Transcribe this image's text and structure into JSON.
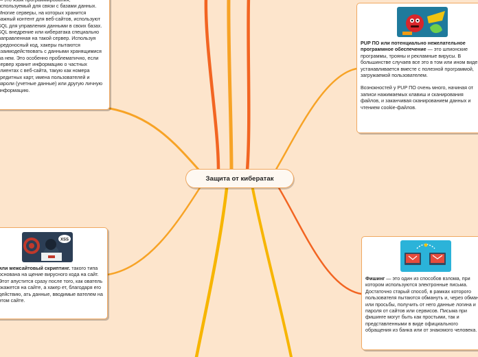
{
  "central": {
    "title": "Защита от кибератак"
  },
  "topics": {
    "sql": {
      "icon": "database-attack-illustration",
      "text": "— это язык программирования, используемый для связи с базами данных. Многие серверы, на которых хранится важный контент для веб-сайтов, используют SQL для управления данными в своих базах. SQL внедрение или кибератака специально направленная на такой сервер. Используя вредоносный код, хакеры пытаются взаимодействовать с данными хранящимися на нем. Это особенно проблематично, если сервер хранит информацию о частных клиентах с веб-сайта, такую как номера кредитных карт, имена пользователей и пароли (учетные данные) или другую личную информацию."
    },
    "pup": {
      "icon": "malware-character-illustration",
      "title": "PUP ПО или потенциально нежелательное программное обеспечение",
      "text": " — это шпионские программы, трояны и рекламные вирусы. В большинстве случаев все это в том или ином виде устанавливается вместе с полезной программой, загружаемой пользователем.",
      "text2": "Вознокностей у PUP ПО очень много, начиная от записи нажимаемых клавиш и сканирования файлов, и заканчивая сканированием данных и чтением cookie-файлов."
    },
    "xss": {
      "icon": "hacker-laptop-illustration",
      "title": "или межсайтовый скриптинг.",
      "text": " такого типа основана на щение вирусного кода на сайт. Этот апустится сразу после того, как ователь окажется на сайте, а хакер ет, благодаря его действию, ать данные, вводимые вателем на этом сайте."
    },
    "phish": {
      "icon": "phishing-mail-illustration",
      "title": "Фишинг",
      "text": " — это один из способов взлома, при котором используются электронные письма. Достаточно старый способ, в рамках которого пользователя пытаются обмануть и, через обман или просьбы, получить от него данные логина и пароля от сайтов или сервисов. Письма при фишинге могут быть как простыми, так и представленными в виде официального обращения из банка или от знакомого человека."
    }
  },
  "colors": {
    "background": "#fde5cc",
    "branch": "#f7a326",
    "topic_border": "#f0a860"
  }
}
